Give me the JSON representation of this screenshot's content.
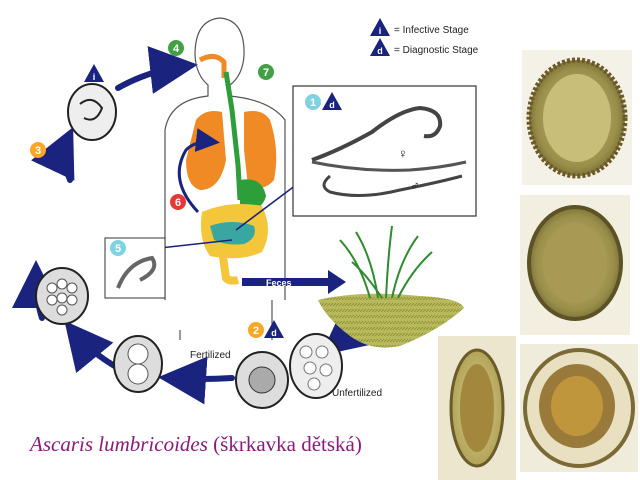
{
  "legend": {
    "infective_symbol": "i",
    "infective_label": "= Infective Stage",
    "diagnostic_symbol": "d",
    "diagnostic_label": "= Diagnostic Stage"
  },
  "steps": {
    "s1": "1",
    "s2": "2",
    "s3": "3",
    "s4": "4",
    "s5": "5",
    "s6": "6",
    "s7": "7"
  },
  "labels": {
    "feces": "Feces",
    "fertilized": "Fertilized",
    "unfertilized": "Unfertilized",
    "female": "♀",
    "male": "♂"
  },
  "caption": {
    "species": "Ascaris lumbricoides",
    "common": " (škrkavka dětská)"
  },
  "colors": {
    "arrow": "#1a237e",
    "step_green": "#43a047",
    "step_yellow": "#f9a825",
    "step_red": "#e53935",
    "step_cyan": "#7fd3e0",
    "lungs": "#f08a24",
    "intestine": "#f4c63a",
    "small_intestine": "#3aa6a0",
    "esophagus": "#2e9e3a",
    "caption": "#8a1a7a"
  }
}
